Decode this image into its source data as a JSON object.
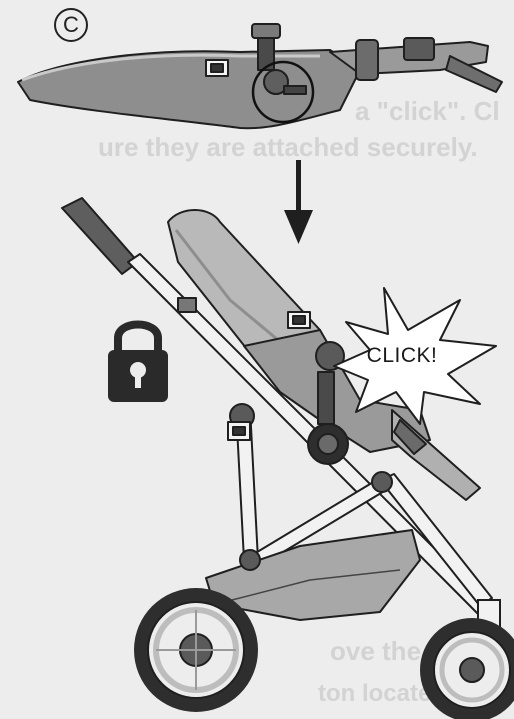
{
  "step_label": "C",
  "click_label": "CLICK!",
  "background_text": {
    "line1": "a \"click\". Cl",
    "line2": "ure they are attached securely.",
    "line3": "ove the rea",
    "line4": "ton located  ar"
  },
  "colors": {
    "ink": "#1f1f1f",
    "seat_gray": "#8e8e8e",
    "seat_light": "#b5b5b5",
    "frame": "#f2f2f2",
    "lock": "#2a2a2a"
  },
  "icons": [
    "lock-icon",
    "down-arrow-icon",
    "click-burst-icon"
  ]
}
